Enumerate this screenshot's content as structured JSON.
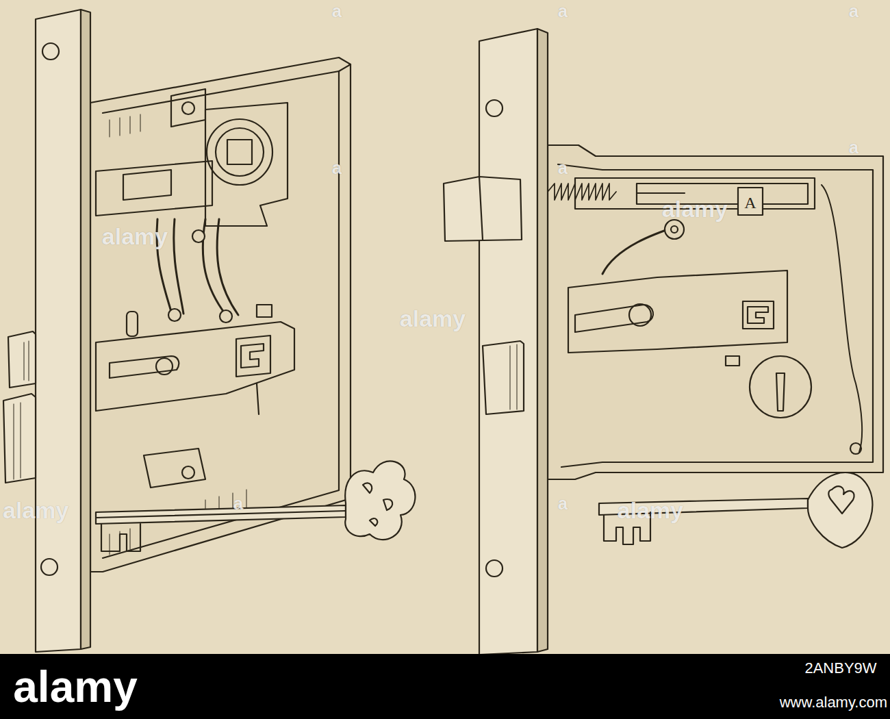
{
  "diagram": {
    "labels": [
      "A",
      "a",
      "a",
      "a",
      "a",
      "a",
      "a",
      "a",
      "a",
      "alamy",
      "alamy",
      "alamy",
      "alamy",
      "alamy",
      "alamy",
      "2ANBY9W",
      "www.alamy.com"
    ]
  }
}
